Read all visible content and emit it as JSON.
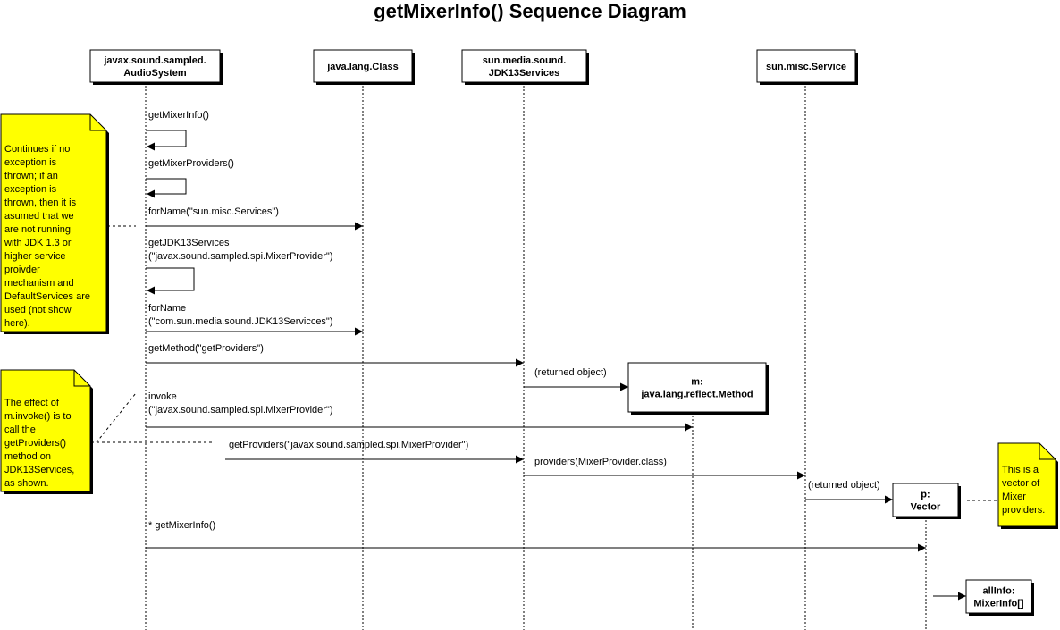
{
  "title": "getMixerInfo() Sequence Diagram",
  "participants": [
    {
      "id": "audiosystem",
      "lines": [
        "javax.sound.sampled.",
        "AudioSystem"
      ]
    },
    {
      "id": "class",
      "lines": [
        "java.lang.Class"
      ]
    },
    {
      "id": "jdk13services",
      "lines": [
        "sun.media.sound.",
        "JDK13Services"
      ]
    },
    {
      "id": "service",
      "lines": [
        "sun.misc.Service"
      ]
    },
    {
      "id": "method",
      "lines": [
        "m:",
        "java.lang.reflect.Method"
      ]
    },
    {
      "id": "vector",
      "lines": [
        "p:",
        "Vector"
      ]
    },
    {
      "id": "allinfo",
      "lines": [
        "allInfo:",
        "MixerInfo[]"
      ]
    }
  ],
  "messages": [
    {
      "lines": [
        "getMixerInfo()"
      ]
    },
    {
      "lines": [
        "getMixerProviders()"
      ]
    },
    {
      "lines": [
        "forName(\"sun.misc.Services\")"
      ]
    },
    {
      "lines": [
        "getJDK13Services",
        "(\"javax.sound.sampled.spi.MixerProvider\")"
      ]
    },
    {
      "lines": [
        "forName",
        "(\"com.sun.media.sound.JDK13Servicces\")"
      ]
    },
    {
      "lines": [
        "getMethod(\"getProviders\")"
      ]
    },
    {
      "lines": [
        "(returned object)"
      ]
    },
    {
      "lines": [
        "invoke",
        "(\"javax.sound.sampled.spi.MixerProvider\")"
      ]
    },
    {
      "lines": [
        "getProviders(\"javax.sound.sampled.spi.MixerProvider\")"
      ]
    },
    {
      "lines": [
        "providers(MixerProvider.class)"
      ]
    },
    {
      "lines": [
        "(returned object)"
      ]
    },
    {
      "lines": [
        "* getMixerInfo()"
      ]
    },
    {
      "lines": []
    }
  ],
  "notes": [
    {
      "id": "exception",
      "lines": [
        "Continues if no",
        "exception is",
        "thrown; if an",
        "exception is",
        "thrown, then it is",
        "asumed that we",
        "are not running",
        "with JDK 1.3 or",
        "higher service",
        "proivder",
        "mechanism and",
        "DefaultServices are",
        "used (not show",
        "here)."
      ]
    },
    {
      "id": "invoke",
      "lines": [
        "The effect of",
        "m.invoke() is to",
        "call the",
        "getProviders()",
        "method on",
        "JDK13Services,",
        "as shown."
      ]
    },
    {
      "id": "vector",
      "lines": [
        "This is a",
        "vector of",
        "Mixer",
        "providers."
      ]
    }
  ],
  "colors": {
    "note_fill": "#ffff00",
    "stroke": "#000000",
    "background": "#ffffff"
  }
}
